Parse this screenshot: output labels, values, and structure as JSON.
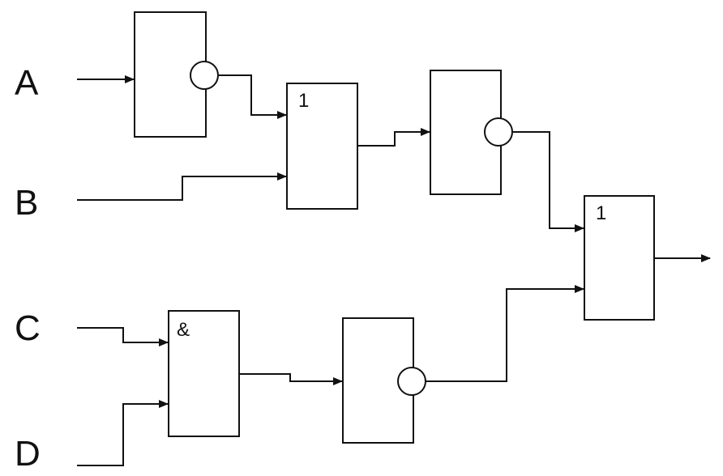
{
  "inputs": {
    "a": "A",
    "b": "B",
    "c": "C",
    "d": "D"
  },
  "gates": {
    "not_a": {
      "type": "NOT",
      "symbol": ""
    },
    "or_1": {
      "type": "OR",
      "symbol": "1"
    },
    "not_or": {
      "type": "NOT",
      "symbol": ""
    },
    "and_1": {
      "type": "AND",
      "symbol": "&"
    },
    "not_and": {
      "type": "NOT",
      "symbol": ""
    },
    "or_final": {
      "type": "OR",
      "symbol": "1"
    }
  },
  "colors": {
    "line": "#111111",
    "background": "#ffffff"
  }
}
